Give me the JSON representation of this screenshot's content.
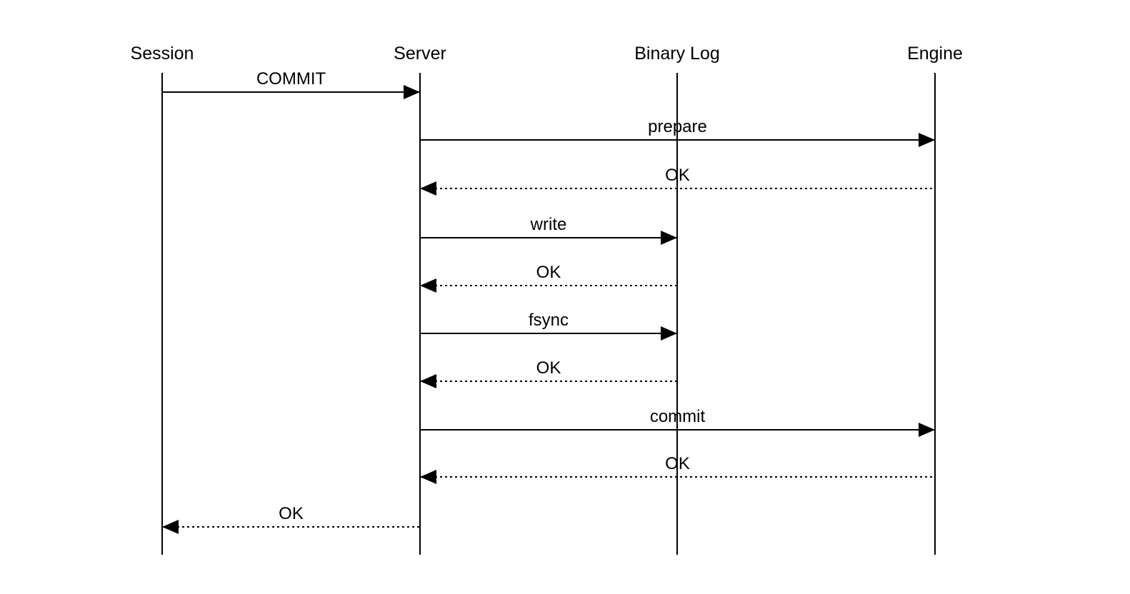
{
  "diagram": {
    "type": "sequence-diagram",
    "participants": [
      {
        "name": "Session"
      },
      {
        "name": "Server"
      },
      {
        "name": "Binary Log"
      },
      {
        "name": "Engine"
      }
    ],
    "messages": [
      {
        "label": "COMMIT",
        "from": "Session",
        "to": "Server",
        "line": "solid"
      },
      {
        "label": "prepare",
        "from": "Server",
        "to": "Engine",
        "line": "solid"
      },
      {
        "label": "OK",
        "from": "Engine",
        "to": "Server",
        "line": "dotted"
      },
      {
        "label": "write",
        "from": "Server",
        "to": "Binary Log",
        "line": "solid"
      },
      {
        "label": "OK",
        "from": "Binary Log",
        "to": "Server",
        "line": "dotted"
      },
      {
        "label": "fsync",
        "from": "Server",
        "to": "Binary Log",
        "line": "solid"
      },
      {
        "label": "OK",
        "from": "Binary Log",
        "to": "Server",
        "line": "dotted"
      },
      {
        "label": "commit",
        "from": "Server",
        "to": "Engine",
        "line": "solid"
      },
      {
        "label": "OK",
        "from": "Engine",
        "to": "Server",
        "line": "dotted"
      },
      {
        "label": "OK",
        "from": "Server",
        "to": "Session",
        "line": "dotted"
      }
    ],
    "colors": {
      "line": "#000000",
      "text": "#000000",
      "background": "#ffffff"
    }
  }
}
